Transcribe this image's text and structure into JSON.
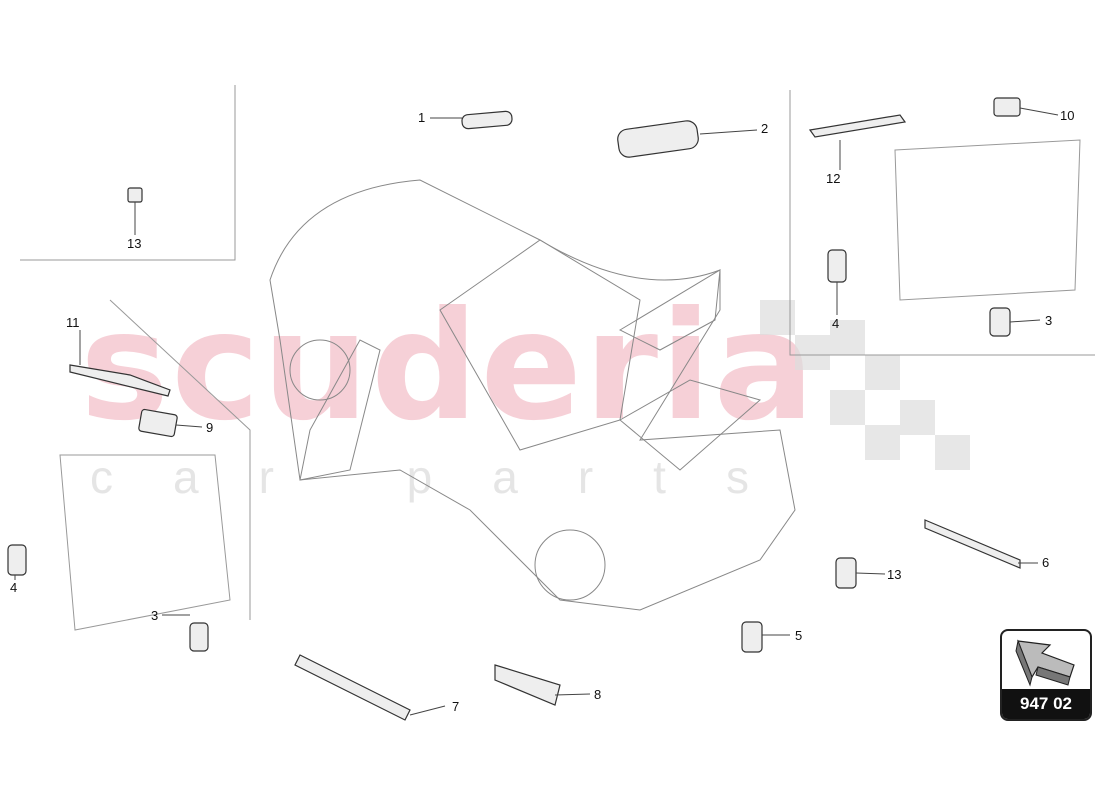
{
  "watermark": {
    "main": "scuderia",
    "sub": "car parts"
  },
  "callouts": [
    "1",
    "2",
    "3",
    "4",
    "5",
    "6",
    "7",
    "8",
    "9",
    "10",
    "11",
    "12",
    "13",
    "3",
    "4",
    "13"
  ],
  "badge": {
    "code": "947 02",
    "icon": "arrow-icon"
  },
  "colors": {
    "watermark": "#e6788c",
    "line": "#555555",
    "badge": "#111111"
  }
}
